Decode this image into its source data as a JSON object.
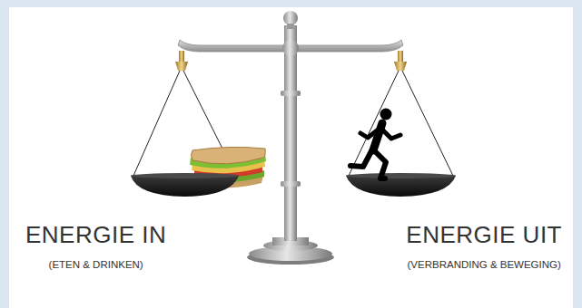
{
  "diagram": {
    "labels": [
      "ENERGIE IN",
      "(ETEN & DRINKEN)",
      "ENERGIE UIT",
      "(VERBRANDING & BEWEGING)"
    ]
  }
}
